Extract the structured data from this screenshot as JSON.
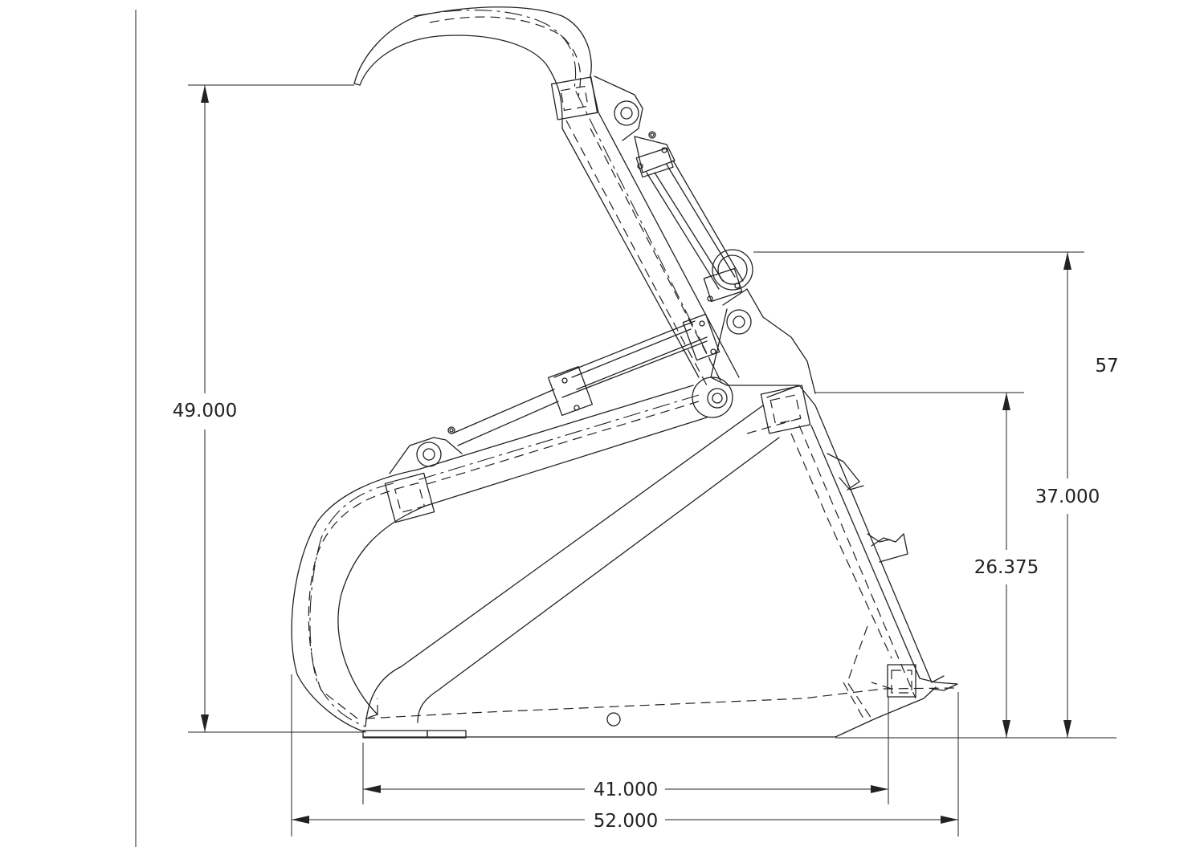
{
  "dimensions": {
    "grapple_height": "49.000",
    "pivot_height": "57",
    "arm_pivot_height": "37.000",
    "bucket_back_height": "26.375",
    "floor_length": "41.000",
    "overall_length": "52.000"
  }
}
